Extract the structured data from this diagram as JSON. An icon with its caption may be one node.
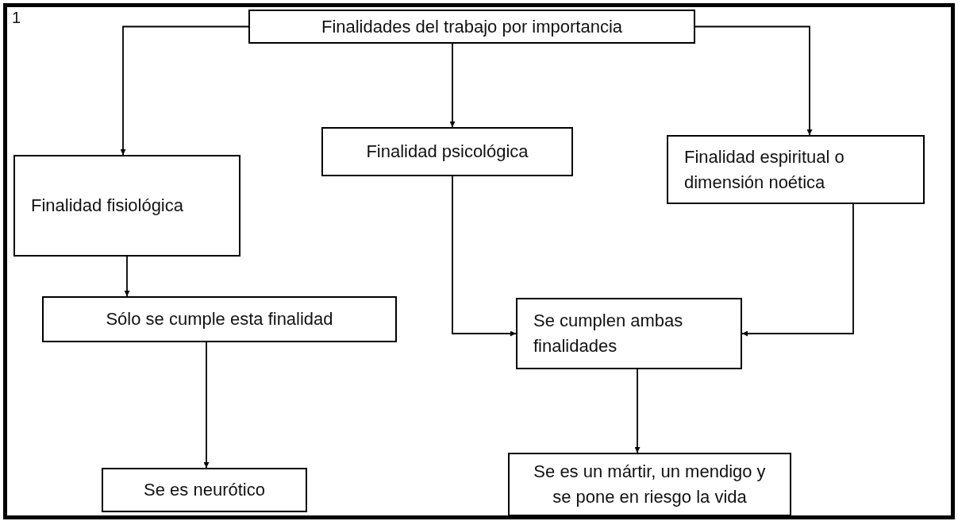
{
  "diagram": {
    "nodes": [
      {
        "text": [
          "Finalidades del trabajo por importancia"
        ]
      },
      {
        "text": [
          "Finalidad fisiológica"
        ]
      },
      {
        "text": [
          "Finalidad psicológica"
        ]
      },
      {
        "text": [
          "Finalidad espiritual o dimensión noética"
        ]
      },
      {
        "text": [
          "Sólo se cumple esta finalidad"
        ]
      },
      {
        "text": [
          "Se cumplen ambas finalidades"
        ]
      },
      {
        "text": [
          "Se es neurótico"
        ]
      },
      {
        "text": [
          "Se es un mártir, un mendigo y se pone en riesgo la vida"
        ]
      }
    ],
    "edges": [
      {
        "from": 0,
        "to": 1,
        "arrow": "to"
      },
      {
        "from": 0,
        "to": 2,
        "arrow": "to"
      },
      {
        "from": 0,
        "to": 3,
        "arrow": "to"
      },
      {
        "from": 1,
        "to": 4,
        "arrow": "to"
      },
      {
        "from": 2,
        "to": 5,
        "arrow": "to"
      },
      {
        "from": 3,
        "to": 5,
        "arrow": "to"
      },
      {
        "from": 4,
        "to": 6,
        "arrow": "to"
      },
      {
        "from": 5,
        "to": 7,
        "arrow": "to"
      }
    ],
    "labels": [
      "1"
    ]
  }
}
